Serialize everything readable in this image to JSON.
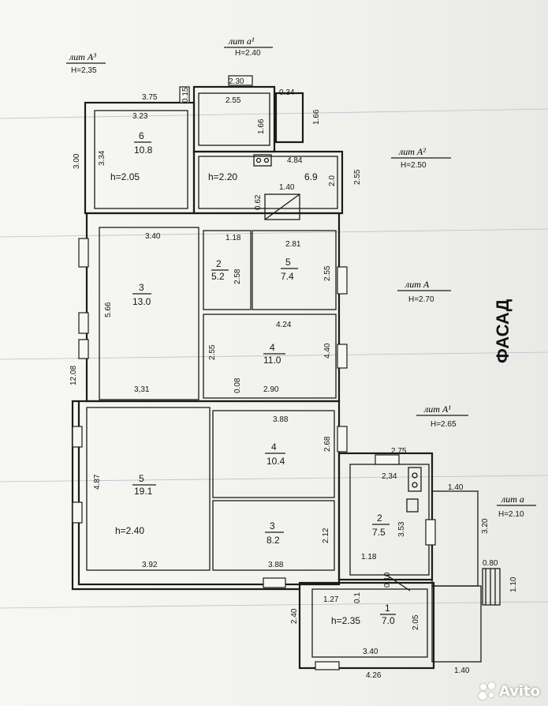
{
  "labels": {
    "lit_a3": "лит А³",
    "h_a3": "H=2,35",
    "lit_a1_top": "лит а¹",
    "h_a1_top": "H=2.40",
    "lit_a2": "лит А²",
    "h_a2": "H=2.50",
    "lit_a": "лит А",
    "h_a": "H=2.70",
    "lit_a1": "лит А¹",
    "h_a1": "H=2.65",
    "lit_a_porch": "лит а",
    "h_a_porch": "H=2.10",
    "facade": "ФАСАД"
  },
  "rooms": {
    "r6_num": "6",
    "r6_area": "10.8",
    "r6_h": "h=2.05",
    "r_kitchen_area": "6.9",
    "r_kitchen_h": "h=2.20",
    "r3a_num": "3",
    "r3a_area": "13.0",
    "r2a_num": "2",
    "r2a_area": "5.2",
    "r5a_num": "5",
    "r5a_area": "7.4",
    "r4a_num": "4",
    "r4a_area": "11.0",
    "r5b_num": "5",
    "r5b_area": "19.1",
    "r5b_h": "h=2.40",
    "r4b_num": "4",
    "r4b_area": "10.4",
    "r3b_num": "3",
    "r3b_area": "8.2",
    "r2b_num": "2",
    "r2b_area": "7.5",
    "r1_num": "1",
    "r1_area": "7.0",
    "r1_h": "h=2.35"
  },
  "dims": {
    "d3_75": "3.75",
    "d0_15": "0.15",
    "d2_30": "2.30",
    "d0_34": "0.34",
    "d2_55a": "2.55",
    "d1_66a": "1.66",
    "d1_66b": "1.66",
    "d3_23": "3.23",
    "d3_00": "3.00",
    "d3_34": "3.34",
    "d4_84": "4.84",
    "d2_55b": "2.55",
    "d2_0": "2.0",
    "d1_40a": "1.40",
    "d0_62": "0.62",
    "d3_40": "3.40",
    "d1_18a": "1.18",
    "d2_81": "2.81",
    "d2_58": "2.58",
    "d2_55c": "2.55",
    "d5_66": "5.66",
    "d4_24": "4.24",
    "d2_55d": "2.55",
    "d4_40": "4.40",
    "d12_08": "12.08",
    "d0_08": "0.08",
    "d3_31": "3,31",
    "d2_90": "2.90",
    "d3_88a": "3.88",
    "d2_68": "2.68",
    "d2_75": "2.75",
    "d4_87": "4.87",
    "d2_34": "2,34",
    "d1_40b": "1.40",
    "d3_20": "3.20",
    "d2_12": "2.12",
    "d3_53": "3.53",
    "d3_92": "3.92",
    "d3_88b": "3.88",
    "d1_18b": "1.18",
    "d0_10": "0.10",
    "d0_80": "0.80",
    "d1_10": "1.10",
    "d1_27": "1.27",
    "d0_1": "0.1",
    "d2_40": "2.40",
    "d2_05": "2.05",
    "d3_40b": "3.40",
    "d4_26": "4.26",
    "d1_40c": "1.40"
  },
  "watermark": {
    "brand": "Avito"
  }
}
